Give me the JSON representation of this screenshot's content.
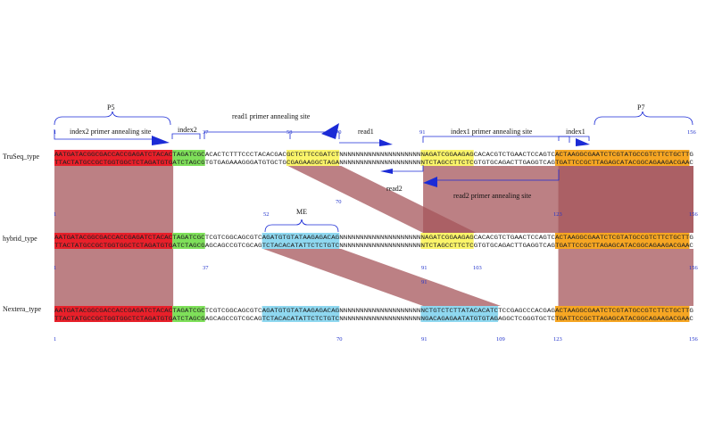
{
  "rows": [
    {
      "name": "TruSeq_type",
      "top": "AATGATACGGCGACCACCGAGATCTACACTAGATCGCACACTCTTTCCCTACACGACGCTCTTCCGATCTNNNNNNNNNNNNNNNNNNNNNAGATCGGAAGAGCACACGTCTGAACTCCAGTCACTAAGGCGAATCTCGTATGCCGTCTTCTGCTTG",
      "bottom": "TTACTATGCCGCTGGTGGCTCTAGATGTGATCTAGCGTGTGAGAAAGGGATGTGCTGCGAGAAGGCTAGANNNNNNNNNNNNNNNNNNNNNTCTAGCCTTCTCGTGTGCAGACTTGAGGTCAGTGATTCCGCTTAGAGCATACGGCAGAAGACGAAC"
    },
    {
      "name": "hybrid_type",
      "top": "AATGATACGGCGACCACCGAGATCTACACTAGATCGCTCGTCGGCAGCGTCAGATGTGTATAAGAGACAGNNNNNNNNNNNNNNNNNNNNNAGATCGGAAGAGCACACGTCTGAACTCCAGTCACTAAGGCGAATCTCGTATGCCGTCTTCTGCTTG",
      "bottom": "TTACTATGCCGCTGGTGGCTCTAGATGTGATCTAGCGAGCAGCCGTCGCAGTCTACACATATTCTCTGTCNNNNNNNNNNNNNNNNNNNNNTCTAGCCTTCTCGTGTGCAGACTTGAGGTCAGTGATTCCGCTTAGAGCATACGGCAGAAGACGAAC"
    },
    {
      "name": "Nextera_type",
      "top": "AATGATACGGCGACCACCGAGATCTACACTAGATCGCTCGTCGGCAGCGTCAGATGTGTATAAGAGACAGNNNNNNNNNNNNNNNNNNNNNCTGTCTCTTATACACATCTCCGAGCCCACGAGACTAAGGCGAATCTCGTATGCCGTCTTCTGCTTG",
      "bottom": "TTACTATGCCGCTGGTGGCTCTAGATGTGATCTAGCGAGCAGCCGTCGCAGTCTACACATATTCTCTGTCNNNNNNNNNNNNNNNNNNNNNGACAGAGAATATGTGTAGAGGCTCGGGTGCTCTGATTCCGCTTAGAGCATACGGCAGAAGACGAAC"
    }
  ],
  "annotations": {
    "p5": "P5",
    "p7": "P7",
    "index2_primer": "index2 primer annealing site",
    "index2": "index2",
    "read1_primer": "read1 primer annealing site",
    "read1": "read1",
    "index1_primer": "index1 primer annealing site",
    "index1": "index1",
    "read2": "read2",
    "read2_primer": "read2 primer annealing site",
    "me": "ME"
  },
  "positions": {
    "truseq_top": [
      "1",
      "37",
      "58",
      "70",
      "91",
      "156"
    ],
    "hybrid_top": [
      "1",
      "52",
      "70",
      "123",
      "156"
    ],
    "hybrid_bottom": [
      "1",
      "37",
      "91",
      "103",
      "156"
    ],
    "hybrid_below": [
      "91"
    ],
    "nextera_bottom": [
      "1",
      "70",
      "91",
      "109",
      "123",
      "156"
    ]
  },
  "colors": {
    "p5": "#e8202a",
    "index": "#7fe05a",
    "yellow": "#fbf56a",
    "orange": "#f6a623",
    "cyan": "#8fd8f0",
    "connector": "#a5555b",
    "arrow": "#1b2bd6",
    "position": "#2233cc"
  }
}
